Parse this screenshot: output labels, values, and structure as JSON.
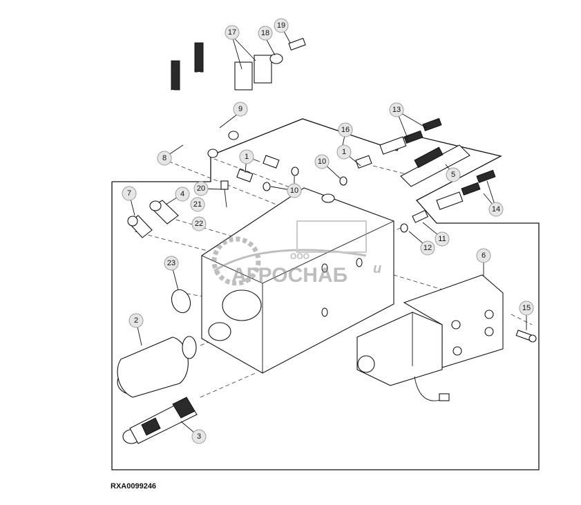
{
  "figure_code": "RXA0099246",
  "watermark": {
    "company_prefix": "ООО",
    "company_name": "АГРОСНАБ",
    "suffix": "и"
  },
  "callouts": [
    "1",
    "1",
    "1",
    "2",
    "3",
    "4",
    "5",
    "6",
    "7",
    "8",
    "9",
    "10",
    "10",
    "10",
    "11",
    "12",
    "13",
    "14",
    "15",
    "16",
    "17",
    "18",
    "19",
    "20",
    "21",
    "22",
    "23"
  ]
}
